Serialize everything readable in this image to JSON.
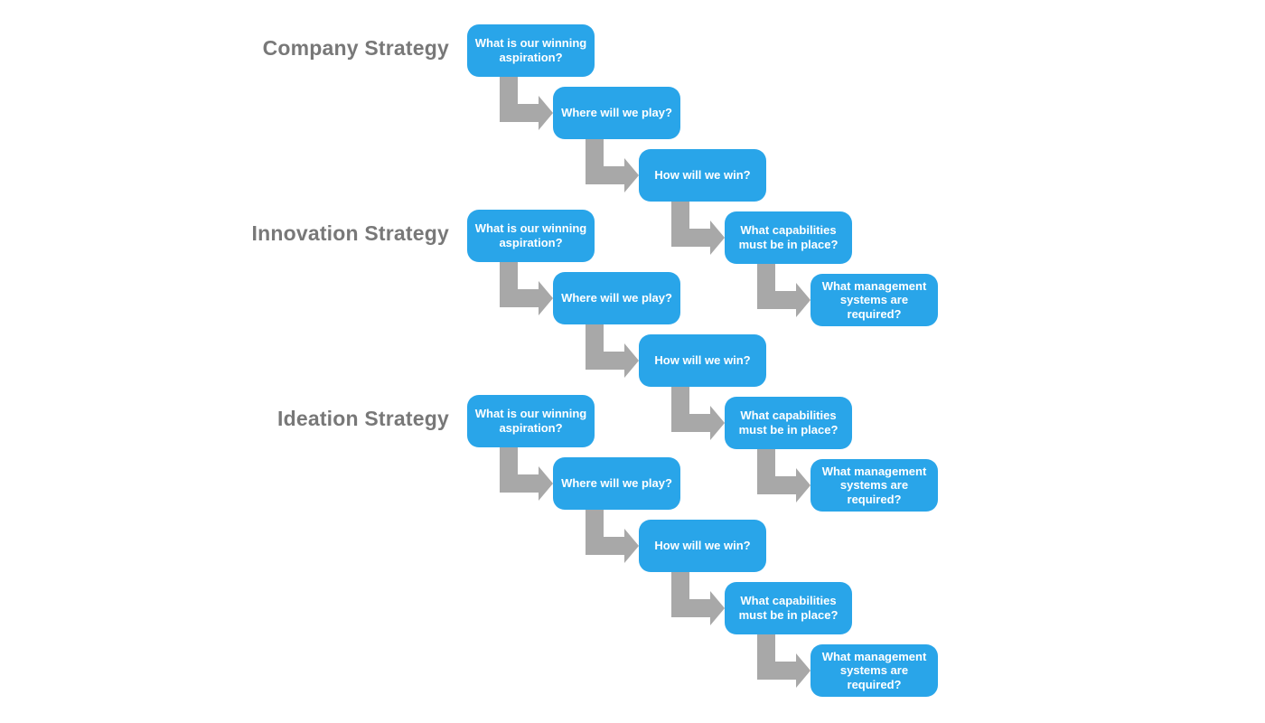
{
  "diagram": {
    "type": "strategy-cascade-flow",
    "colors": {
      "background": "#ffffff",
      "box_fill": "#29a5e9",
      "box_text": "#ffffff",
      "arrow": "#a8a8a8",
      "group_label": "#787878"
    },
    "groups": [
      {
        "title": "Company Strategy",
        "boxes": [
          "What is our winning aspiration?",
          "Where will we play?",
          "How will we win?",
          "What capabilities must be in place?",
          "What management systems are required?"
        ]
      },
      {
        "title": "Innovation Strategy",
        "boxes": [
          "What is our winning aspiration?",
          "Where will we play?",
          "How will we win?",
          "What capabilities must be in place?",
          "What management systems are required?"
        ]
      },
      {
        "title": "Ideation Strategy",
        "boxes": [
          "What is our winning aspiration?",
          "Where will we play?",
          "How will we win?",
          "What capabilities must be in place?",
          "What management systems are required?"
        ]
      }
    ]
  }
}
